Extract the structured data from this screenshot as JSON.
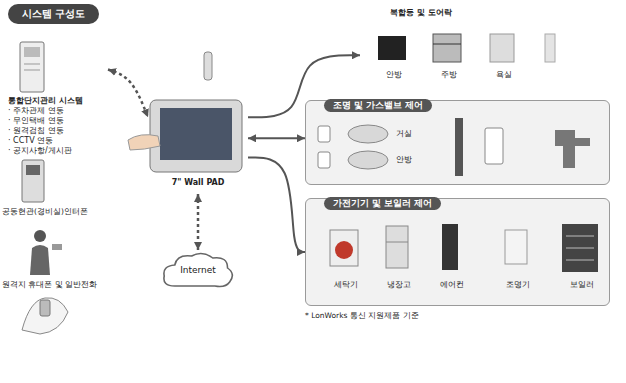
{
  "diagram": {
    "title": "시스템 구성도",
    "nodes": [
      {
        "text": [
          "통합단지관리 시스템",
          "· 주차관제 연동",
          "· 무인택배 연동",
          "· 원격검침 연동",
          "· CCTV 연동",
          "· 공지사항/게시판"
        ]
      },
      {
        "text": [
          "7\" Wall PAD"
        ]
      },
      {
        "text": [
          "Internet"
        ]
      },
      {
        "text": [
          "복합등 및 도어락"
        ]
      },
      {
        "text": [
          "안방"
        ],
        "in": 3
      },
      {
        "text": [
          "주방"
        ],
        "in": 3
      },
      {
        "text": [
          "욕실"
        ],
        "in": 3
      },
      {
        "text": [
          "조명 및 가스밸브 제어"
        ]
      },
      {
        "text": [
          "거실"
        ],
        "in": 7
      },
      {
        "text": [
          "안방"
        ],
        "in": 7
      },
      {
        "text": [
          "가전기기 및 보일러 제어"
        ]
      },
      {
        "text": [
          "세탁기"
        ],
        "in": 10
      },
      {
        "text": [
          "냉장고"
        ],
        "in": 10
      },
      {
        "text": [
          "에어컨"
        ],
        "in": 10
      },
      {
        "text": [
          "조명기"
        ],
        "in": 10
      },
      {
        "text": [
          "보일러"
        ],
        "in": 10
      }
    ],
    "edges": [
      {
        "from": 0,
        "to": 1,
        "arrow": "both"
      },
      {
        "from": 1,
        "to": 2,
        "arrow": "both"
      },
      {
        "from": 1,
        "to": 3,
        "arrow": "to"
      },
      {
        "from": 1,
        "to": 7,
        "arrow": "both"
      },
      {
        "from": 1,
        "to": 10,
        "arrow": "to"
      }
    ],
    "labels": [
      "공동현관(경비실)인터폰",
      "원격지 휴대폰 및 일반전화",
      "* LonWorks 통신 지원제품 기준"
    ]
  }
}
